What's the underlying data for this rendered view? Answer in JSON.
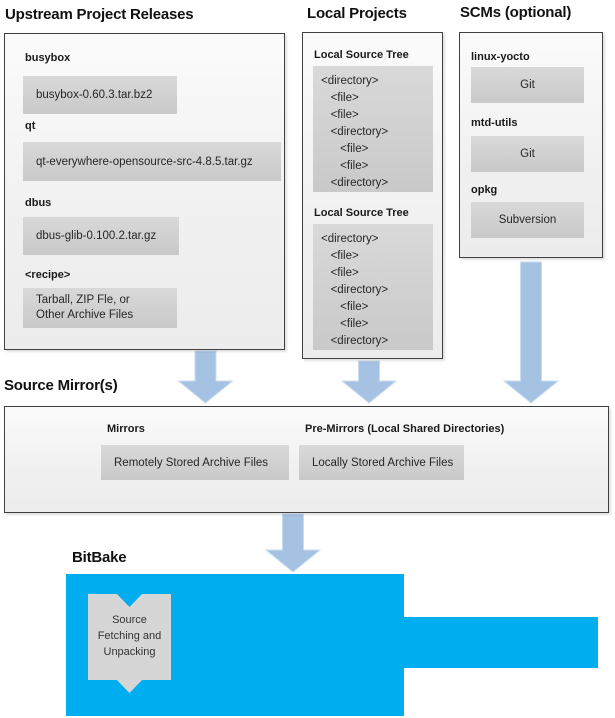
{
  "sections": {
    "upstream": {
      "title": "Upstream Project Releases",
      "items": [
        {
          "label": "busybox",
          "box": "busybox-0.60.3.tar.bz2"
        },
        {
          "label": "qt",
          "box": "qt-everywhere-opensource-src-4.8.5.tar.gz"
        },
        {
          "label": "dbus",
          "box": "dbus-glib-0.100.2.tar.gz"
        },
        {
          "label": "<recipe>",
          "box": "Tarball, ZIP Fle, or\nOther Archive Files"
        }
      ]
    },
    "local_projects": {
      "title": "Local Projects",
      "trees": [
        {
          "label": "Local Source Tree",
          "lines": "<directory>\n   <file>\n   <file>\n   <directory>\n      <file>\n      <file>\n   <directory>"
        },
        {
          "label": "Local Source Tree",
          "lines": "<directory>\n   <file>\n   <file>\n   <directory>\n      <file>\n      <file>\n   <directory>"
        }
      ]
    },
    "scms": {
      "title": "SCMs (optional)",
      "items": [
        {
          "label": "linux-yocto",
          "box": "Git"
        },
        {
          "label": "mtd-utils",
          "box": "Git"
        },
        {
          "label": "opkg",
          "box": "Subversion"
        }
      ]
    },
    "source_mirrors": {
      "title": "Source Mirror(s)",
      "items": [
        {
          "label": "Mirrors",
          "box": "Remotely Stored Archive Files"
        },
        {
          "label": "Pre-Mirrors (Local Shared Directories)",
          "box": "Locally Stored Archive Files"
        }
      ]
    },
    "bitbake": {
      "title": "BitBake",
      "process": "Source\nFetching and\nUnpacking"
    }
  },
  "icons": {
    "down_arrow": "down-arrow",
    "chevron": "process-chevron"
  },
  "colors": {
    "bitbake_blue": "#00aef0",
    "arrow_blue": "#a5c2e2",
    "arrow_blue_edge": "#c9dcef",
    "panel_border": "#404040",
    "gray_box_top": "#d9d9d9",
    "gray_box_bottom": "#c9c9c9"
  }
}
